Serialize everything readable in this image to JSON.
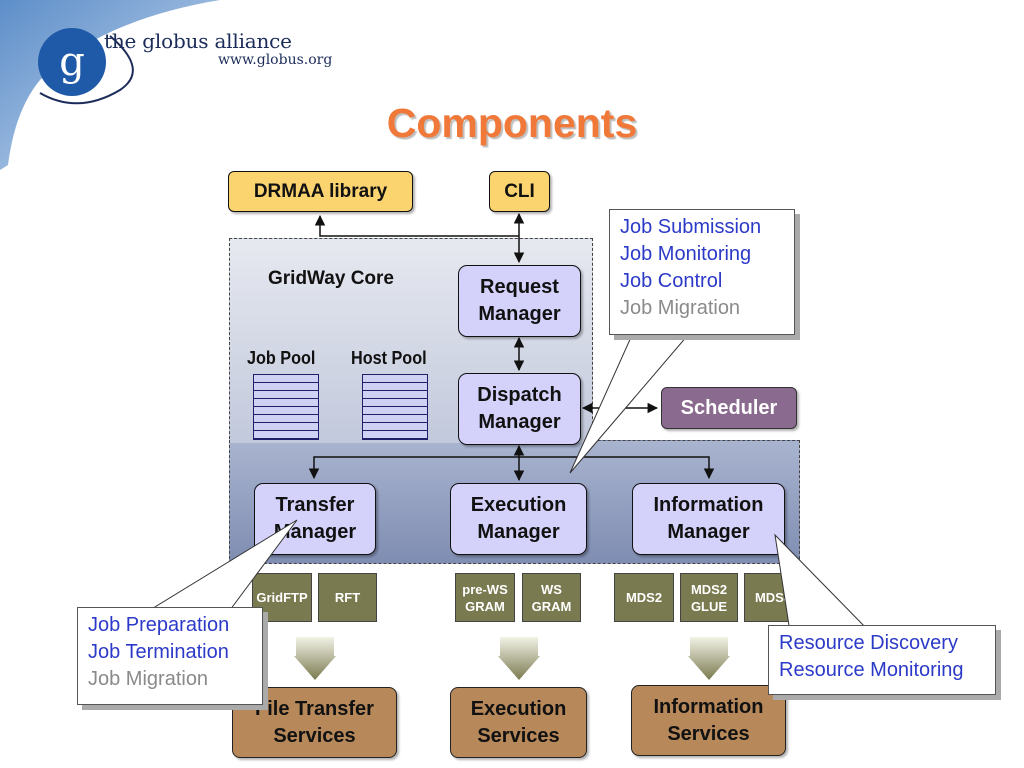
{
  "header": {
    "logo_text": "the globus alliance",
    "logo_url": "www.globus.org",
    "title": "Components"
  },
  "interfaces": {
    "drmaa": "DRMAA library",
    "cli": "CLI"
  },
  "core": {
    "label": "GridWay Core",
    "job_pool": "Job Pool",
    "host_pool": "Host Pool",
    "request_manager": [
      "Request",
      "Manager"
    ],
    "dispatch_manager": [
      "Dispatch",
      "Manager"
    ],
    "transfer_manager": [
      "Transfer",
      "Manager"
    ],
    "execution_manager": [
      "Execution",
      "Manager"
    ],
    "information_manager": [
      "Information",
      "Manager"
    ]
  },
  "scheduler": "Scheduler",
  "components": {
    "transfer": [
      "GridFTP",
      "RFT"
    ],
    "execution": [
      [
        "pre-WS",
        "GRAM"
      ],
      [
        "WS",
        "GRAM"
      ]
    ],
    "information": [
      "MDS2",
      [
        "MDS2",
        "GLUE"
      ],
      "MDS4"
    ]
  },
  "services": {
    "file_transfer": [
      "File Transfer",
      "Services"
    ],
    "execution": [
      "Execution",
      "Services"
    ],
    "information": [
      "Information",
      "Services"
    ]
  },
  "callouts": {
    "request": [
      "Job Submission",
      "Job Monitoring",
      "Job Control",
      "Job Migration"
    ],
    "transfer": [
      "Job Preparation",
      "Job Termination",
      "Job Migration"
    ],
    "information": [
      "Resource Discovery",
      "Resource Monitoring"
    ]
  },
  "colors": {
    "title": "#f07838",
    "callout_active": "#2c3ac8",
    "callout_inactive": "#8a8a8a",
    "manager_fill": "#d4d2fa",
    "interface_fill": "#fbd470",
    "scheduler_fill": "#8a6a8e",
    "component_fill": "#7a7a50",
    "service_fill": "#b6885a"
  }
}
